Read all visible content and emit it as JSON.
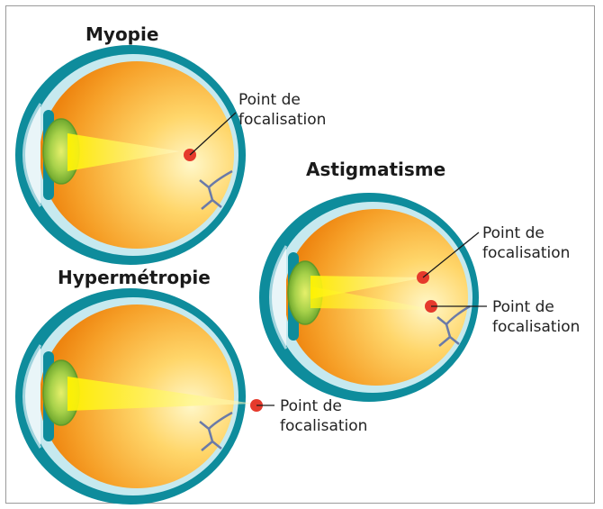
{
  "titles": {
    "myopia": "Myopie",
    "hyperopia": "Hypermétropie",
    "astigmatism": "Astigmatisme"
  },
  "labels": {
    "line1": "Point de",
    "line2": "focalisation"
  },
  "colors": {
    "sclera": "#0e8c9c",
    "choroid_light": "#bfe7ee",
    "vitreous_center": "#fff3b0",
    "vitreous_edge": "#f28a12",
    "lens_green": "#8cc63f",
    "light_beam": "#fff200",
    "focal_point": "#e53a2c",
    "optic_nerve": "#6a7aa8"
  }
}
